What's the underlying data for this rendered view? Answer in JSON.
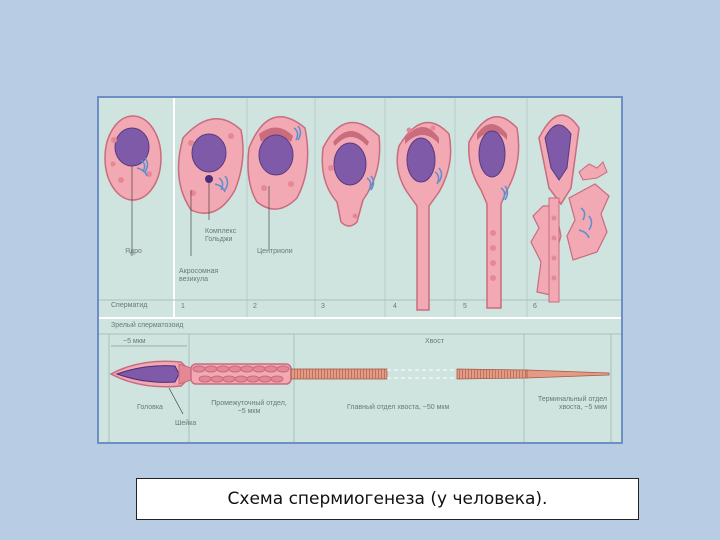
{
  "figure": {
    "labels": {
      "nucleus": "Ядро",
      "golgi": "Комплекс Гольджи",
      "acrosomal_vesicle": "Акросомная везикула",
      "centriole": "Центриоли",
      "spermatid": "Сперматид",
      "mature_sperm": "Зрелый сперматозоид",
      "head": "Головка",
      "neck": "Шейка",
      "midpiece": "Промежуточный отдел, ~5 мкм",
      "tail": "Хвост",
      "principal_piece": "Главный отдел хвоста, ~50 мкм",
      "end_piece": "Терминальный отдел хвоста, ~5 мкм",
      "head_length": "~5 мкм"
    },
    "stages": [
      "1",
      "2",
      "3",
      "4",
      "5",
      "6"
    ]
  },
  "caption": "Схема спермиогенеза (у человека).",
  "colors": {
    "background": "#b8cce4",
    "panel": "#cfe3df",
    "cytoplasm": "#f2a9b4",
    "nucleus": "#7e5aa8",
    "golgi": "#5b8fd0",
    "border": "#6d8fc6"
  }
}
